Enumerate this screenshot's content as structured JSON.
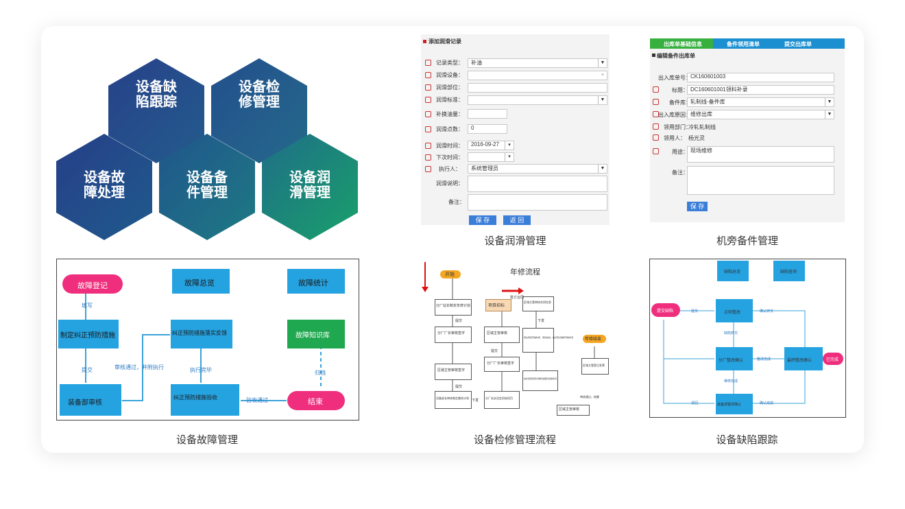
{
  "hexagons": [
    {
      "label": "设备缺\n陷跟踪",
      "color": "#234d88"
    },
    {
      "label": "设备检\n修管理",
      "color": "#255f8a"
    },
    {
      "label": "设备故\n障处理",
      "color": "#1f4f8a"
    },
    {
      "label": "设备备\n件管理",
      "color": "#1f6f86"
    },
    {
      "label": "设备润\n滑管理",
      "color": "#1e9471"
    }
  ],
  "captions": {
    "lubrication": "设备润滑管理",
    "spare_parts": "机旁备件管理",
    "fault": "设备故障管理",
    "overhaul": "设备检修管理流程",
    "defect": "设备缺陷跟踪"
  },
  "lubrication_form": {
    "title": "添加润滑记录",
    "rows": [
      {
        "label": "记录类型：",
        "value": "补油"
      },
      {
        "label": "润滑设备：",
        "value": ""
      },
      {
        "label": "润滑部位：",
        "value": ""
      },
      {
        "label": "润滑标准：",
        "value": ""
      },
      {
        "label": "补换油量：",
        "value": ""
      },
      {
        "label": "润滑点数：",
        "value": "0"
      },
      {
        "label": "润滑时间：",
        "value": "2016-09-27"
      },
      {
        "label": "下次时间：",
        "value": ""
      },
      {
        "label": "执行人：",
        "value": "系统管理员"
      },
      {
        "label": "润滑说明：",
        "value": ""
      },
      {
        "label": "备注：",
        "value": ""
      }
    ],
    "save": "保 存",
    "back": "返 回"
  },
  "spare_form": {
    "steps": [
      "出库单基础信息",
      "备件领用清单",
      "提交出库单"
    ],
    "subtitle": "编辑备件出库单",
    "rows": [
      {
        "label": "出入库单号：",
        "value": "CK160601003"
      },
      {
        "label": "标题：",
        "value": "DC160601001领料补录"
      },
      {
        "label": "备件库：",
        "value": "轧制线-备件库"
      },
      {
        "label": "出入库原因：",
        "value": "维修出库"
      },
      {
        "label": "领用部门：",
        "value": "冷轧轧制线"
      },
      {
        "label": "领用人：",
        "value": "杨光灵"
      },
      {
        "label": "用途：",
        "value": "现场维修"
      },
      {
        "label": "备注：",
        "value": ""
      }
    ],
    "save": "保 存"
  },
  "fault_flow": {
    "nodes": [
      "故障登记",
      "故障总览",
      "故障统计",
      "制定纠正预防措施",
      "纠正预防措施落实反馈",
      "故障知识库",
      "装备部审核",
      "纠正预防措施验收",
      "结束"
    ],
    "edges": [
      "填写",
      "提交",
      "审核通过，并附执行",
      "执行完毕",
      "验收通过",
      "归档"
    ]
  },
  "overhaul_flow": {
    "title": "年修流程",
    "start": "开始",
    "end": "年修结束",
    "nodes": [
      "分厂站长制定年修计划",
      "项目招标",
      "区域主管审核合同信息",
      "分厂厂长审核签字",
      "区域主管审核",
      "到达项目开始时间，项目启动，站长登记维修开始时间",
      "区域主管审核签字",
      "分厂厂长审核签字",
      "站长送项目登记维修进展及验收情况",
      "区域主管登记发票",
      "设备部长审核制定最终计划",
      "分厂站长设定初始项目",
      "区域主管审核"
    ],
    "edges": [
      "签订合同",
      "提交",
      "下发",
      "提交",
      "下发",
      "审核通过，结算",
      "提交"
    ]
  },
  "defect_flow": {
    "nodes": [
      "缺陷总览",
      "缺陷查询",
      "提交缺陷",
      "点检整改",
      "分厂整改确认",
      "最终整改确认",
      "已完成",
      "装备部整改确认"
    ],
    "edges": [
      "提交",
      "缺陷转交",
      "确认转交",
      "整改完成",
      "确认完成",
      "退回",
      "维修完成"
    ]
  }
}
